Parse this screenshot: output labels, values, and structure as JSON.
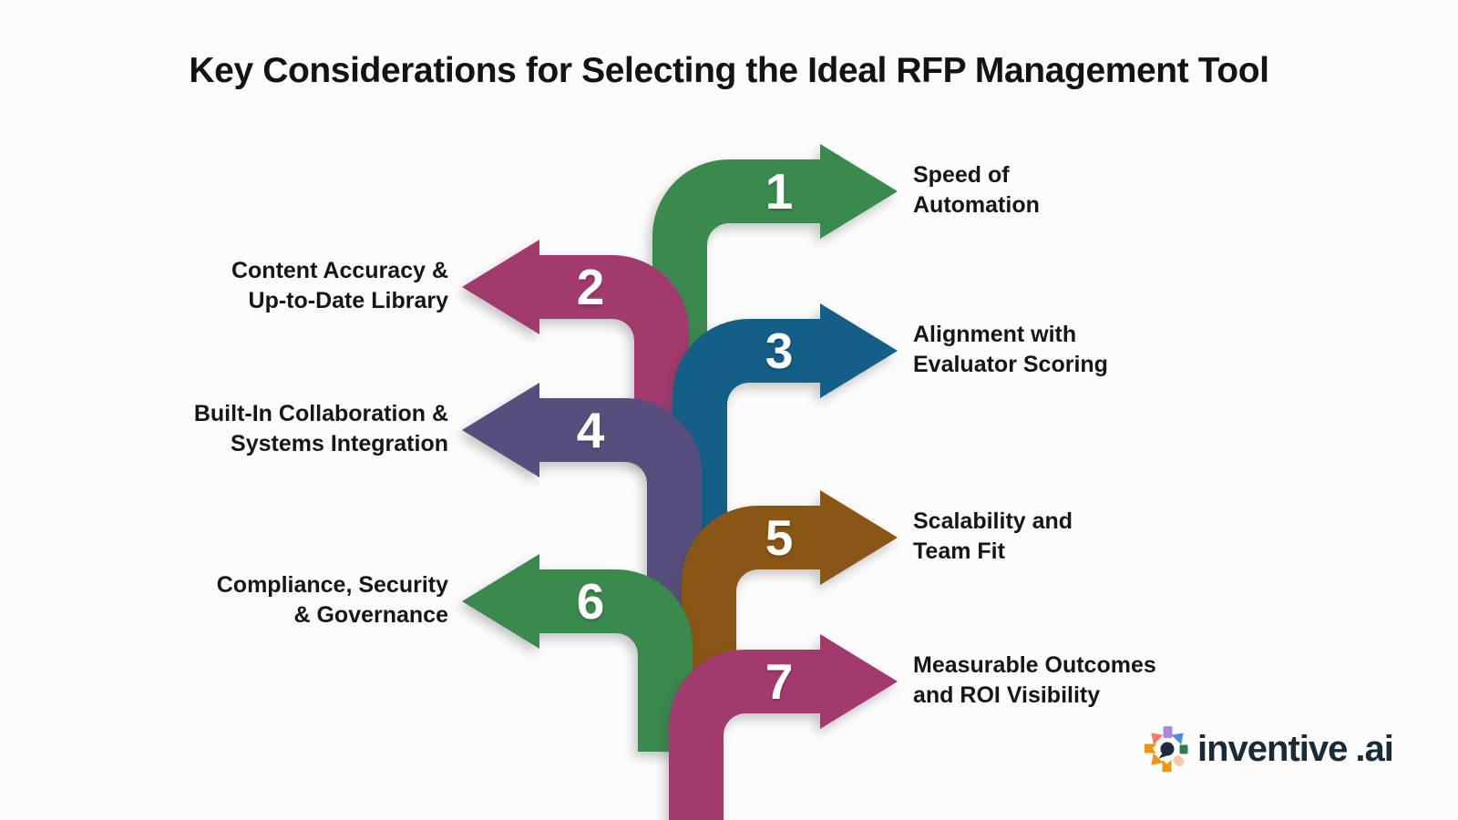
{
  "title": "Key Considerations for Selecting the Ideal RFP Management Tool",
  "background_color": "#fcfcfc",
  "text_color": "#161616",
  "number_text_color": "#ffffff",
  "arrows": [
    {
      "number": "1",
      "label": "Speed of\nAutomation",
      "color": "#3a8a4e",
      "direction": "right"
    },
    {
      "number": "2",
      "label": "Content Accuracy &\nUp-to-Date Library",
      "color": "#a23a6e",
      "direction": "left"
    },
    {
      "number": "3",
      "label": "Alignment with\nEvaluator Scoring",
      "color": "#145f88",
      "direction": "right"
    },
    {
      "number": "4",
      "label": "Built-In Collaboration &\nSystems Integration",
      "color": "#564f7e",
      "direction": "left"
    },
    {
      "number": "5",
      "label": "Scalability and\nTeam Fit",
      "color": "#8a5615",
      "direction": "right"
    },
    {
      "number": "6",
      "label": "Compliance, Security\n& Governance",
      "color": "#3a8a4e",
      "direction": "left"
    },
    {
      "number": "7",
      "label": "Measurable Outcomes\nand ROI Visibility",
      "color": "#a23a6e",
      "direction": "right"
    }
  ],
  "logo": {
    "text": "inventive",
    "suffix": ".ai",
    "text_color": "#182b3a",
    "icon_colors": {
      "top": "#a78ae0",
      "top_right": "#4a90e2",
      "right": "#2e7d4e",
      "bottom_right": "#f8c9a4",
      "bottom": "#f5930f",
      "bottom_left": "#f5930f",
      "left": "#f5930f",
      "top_left": "#f47a67",
      "center": "#1d2b3a"
    }
  }
}
